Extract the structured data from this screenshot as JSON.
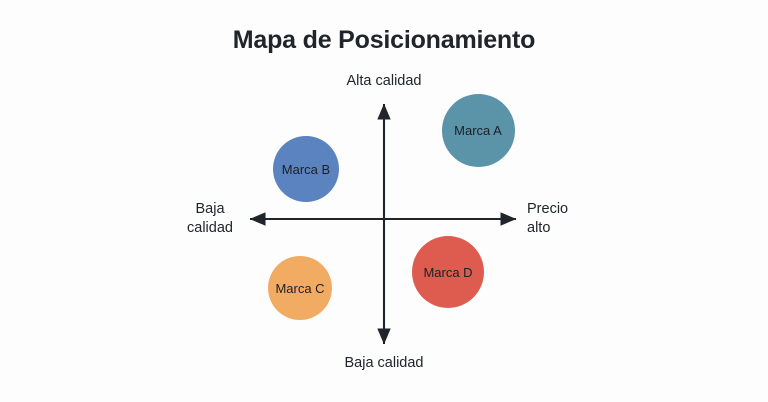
{
  "title": "Mapa de Posicionamiento",
  "background_color": "#fdfdfd",
  "axis_color": "#20242b",
  "text_color": "#20242b",
  "axes": {
    "top_label": "Alta calidad",
    "bottom_label": "Baja calidad",
    "left_label": "Baja\ncalidad",
    "right_label": "Precio\nalto"
  },
  "chart_data": {
    "type": "scatter",
    "title": "Mapa de Posicionamiento",
    "xlabel": "Precio alto",
    "ylabel": "Alta calidad",
    "xlim": [
      -1,
      1
    ],
    "ylim": [
      -1,
      1
    ],
    "grid": false,
    "legend": "none",
    "axis_labels": {
      "x_negative": "Baja calidad",
      "x_positive": "Precio alto",
      "y_positive": "Alta calidad",
      "y_negative": "Baja calidad"
    },
    "points": [
      {
        "label": "Marca A",
        "color": "#5b93a8",
        "cx": 478,
        "cy": 130,
        "diameter": 73,
        "quadrant": "alta calidad / precio alto"
      },
      {
        "label": "Marca B",
        "color": "#5b83c0",
        "cx": 306,
        "cy": 169,
        "diameter": 66,
        "quadrant": "alta calidad / baja calidad-precio"
      },
      {
        "label": "Marca C",
        "color": "#f2ab62",
        "cx": 300,
        "cy": 288,
        "diameter": 64,
        "quadrant": "baja calidad / precio bajo"
      },
      {
        "label": "Marca D",
        "color": "#dd5b4f",
        "cx": 448,
        "cy": 272,
        "diameter": 72,
        "quadrant": "baja calidad / precio alto"
      }
    ]
  }
}
